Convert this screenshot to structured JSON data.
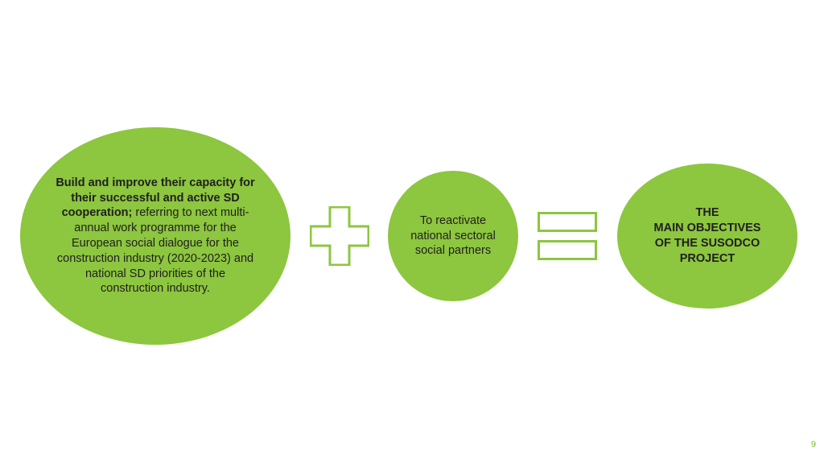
{
  "left_ellipse": {
    "bold_text": "Build and improve their capacity for their successful and active SD cooperation;",
    "normal_text": " referring to next multi-annual work programme for the European social dialogue for the construction industry (2020-2023) and national SD priorities of the construction industry."
  },
  "middle_ellipse": {
    "text": "To reactivate national sectoral social partners"
  },
  "right_ellipse": {
    "line1": "THE",
    "line2": "MAIN OBJECTIVES",
    "line3": "OF THE SUSODCO",
    "line4": "PROJECT"
  },
  "operators": {
    "plus_icon": "plus-icon",
    "equals_icon": "equals-icon"
  },
  "colors": {
    "accent": "#8dc63f",
    "page_number": "#7ab82c"
  },
  "page_number": "9"
}
